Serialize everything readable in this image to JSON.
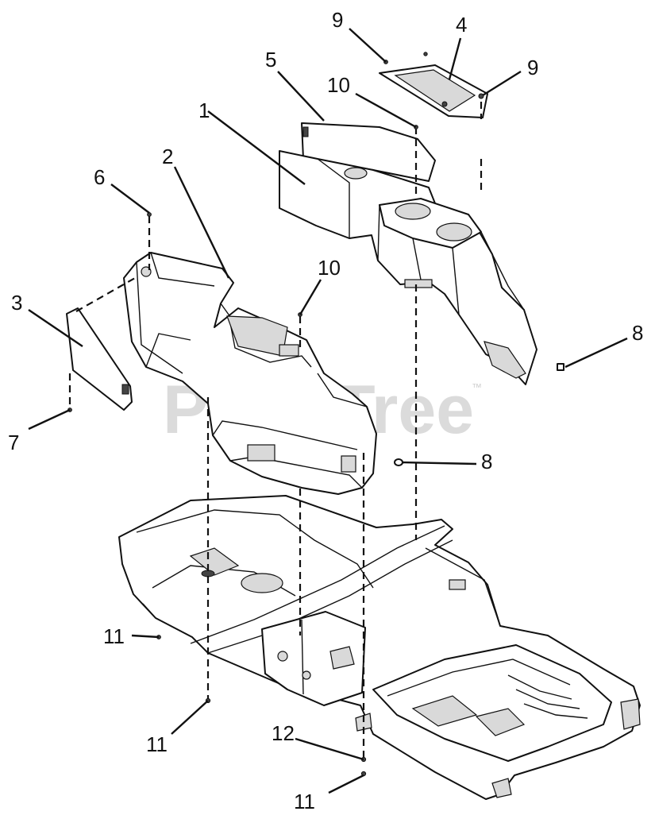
{
  "watermark": {
    "text": "PartsTree",
    "trademark": "™"
  },
  "callouts": [
    {
      "id": "c1",
      "text": "1"
    },
    {
      "id": "c2",
      "text": "2"
    },
    {
      "id": "c3",
      "text": "3"
    },
    {
      "id": "c4",
      "text": "4"
    },
    {
      "id": "c5",
      "text": "5"
    },
    {
      "id": "c6",
      "text": "6"
    },
    {
      "id": "c7",
      "text": "7"
    },
    {
      "id": "c8a",
      "text": "8"
    },
    {
      "id": "c8b",
      "text": "8"
    },
    {
      "id": "c9a",
      "text": "9"
    },
    {
      "id": "c9b",
      "text": "9"
    },
    {
      "id": "c10a",
      "text": "10"
    },
    {
      "id": "c10b",
      "text": "10"
    },
    {
      "id": "c11a",
      "text": "11"
    },
    {
      "id": "c11b",
      "text": "11"
    },
    {
      "id": "c11c",
      "text": "11"
    },
    {
      "id": "c12",
      "text": "12"
    }
  ],
  "colors": {
    "line": "#111111",
    "watermark": "#cfcfcf",
    "background": "#ffffff"
  }
}
